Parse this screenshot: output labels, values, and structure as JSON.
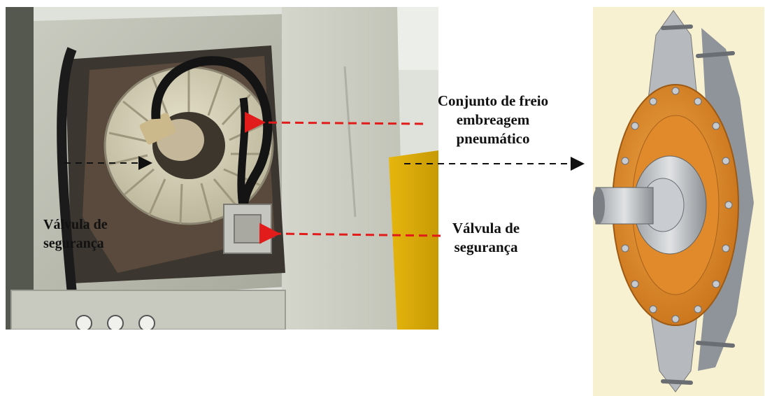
{
  "labels": {
    "brake_assembly": [
      "Conjunto de freio",
      "embreagem",
      "pneumático"
    ],
    "safety_valve_right": [
      "Válvula de",
      "segurança"
    ],
    "safety_valve_left": [
      "Válvula de",
      "segurança"
    ]
  },
  "colors": {
    "arrow_red": "#e21b1b",
    "arrow_black": "#111111",
    "clutch_orange": "#e8962e"
  },
  "figures": {
    "left": "machine-photo",
    "right": "clutch-brake-3d-render"
  }
}
